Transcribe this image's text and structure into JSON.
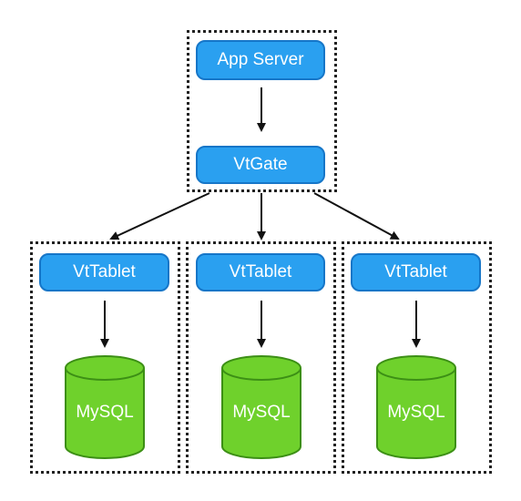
{
  "colors": {
    "pill_fill": "#2aa0f0",
    "pill_border": "#1676c8",
    "db_fill": "#6fd12c",
    "db_border": "#3c8f15",
    "arrow": "#111111",
    "group_border": "#222222"
  },
  "top_group": {
    "app_server_label": "App Server",
    "vtgate_label": "VtGate"
  },
  "shards": [
    {
      "tablet_label": "VtTablet",
      "db_label": "MySQL"
    },
    {
      "tablet_label": "VtTablet",
      "db_label": "MySQL"
    },
    {
      "tablet_label": "VtTablet",
      "db_label": "MySQL"
    }
  ]
}
